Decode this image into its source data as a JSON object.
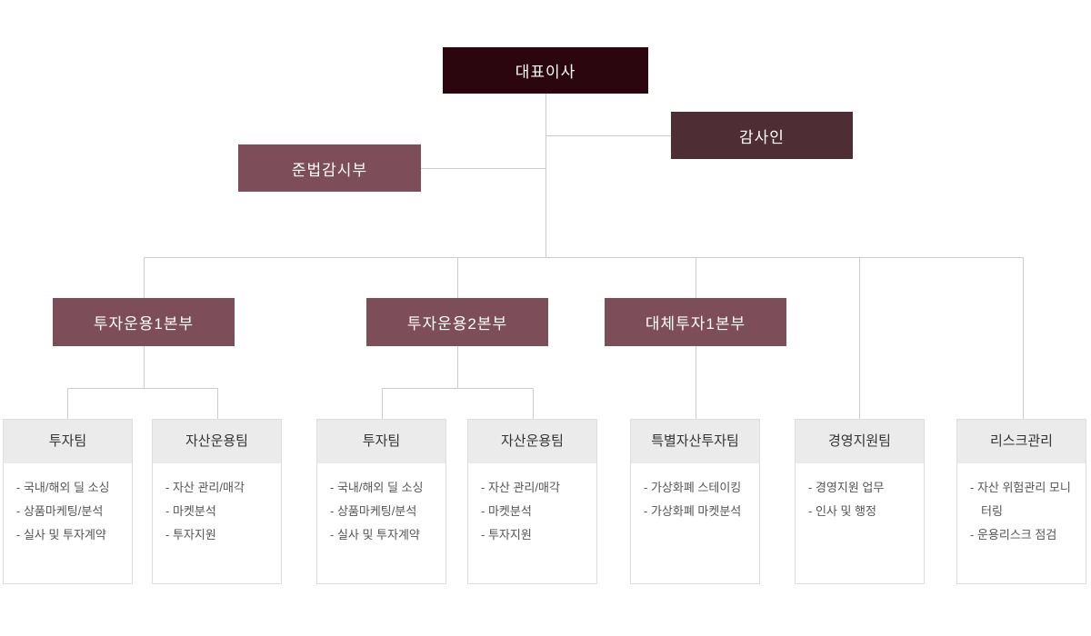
{
  "colors": {
    "ceo_box": "#2b060f",
    "auditor_box": "#4e2e34",
    "mauve_box": "#7d4e59",
    "connector_line": "#cccccc",
    "team_header_bg": "#ebebeb",
    "team_border": "#dddddd",
    "team_header_text": "#333333",
    "team_body_text": "#555555",
    "box_text": "#ffffff"
  },
  "org": {
    "ceo": {
      "label": "대표이사"
    },
    "auditor": {
      "label": "감사인"
    },
    "compliance": {
      "label": "준법감시부"
    },
    "divisions": [
      {
        "label": "투자운용1본부"
      },
      {
        "label": "투자운용2본부"
      },
      {
        "label": "대체투자1본부"
      }
    ],
    "teams": [
      {
        "label": "투자팀",
        "items": [
          "- 국내/해외 딜 소싱",
          "- 상품마케팅/분석",
          "- 실사 및 투자계약"
        ]
      },
      {
        "label": "자산운용팀",
        "items": [
          "- 자산 관리/매각",
          "- 마켓분석",
          "- 투자지원"
        ]
      },
      {
        "label": "투자팀",
        "items": [
          "- 국내/해외 딜 소싱",
          "- 상품마케팅/분석",
          "- 실사 및 투자계약"
        ]
      },
      {
        "label": "자산운용팀",
        "items": [
          "- 자산 관리/매각",
          "- 마켓분석",
          "- 투자지원"
        ]
      },
      {
        "label": "특별자산투자팀",
        "items": [
          "- 가상화폐 스테이킹",
          "- 가상화폐 마켓분석"
        ]
      },
      {
        "label": "경영지원팀",
        "items": [
          "- 경영지원 업무",
          "- 인사 및 행정"
        ]
      },
      {
        "label": "리스크관리",
        "items": [
          "- 자산 위험관리 모니터링",
          "- 운용리스크 점검"
        ]
      }
    ]
  }
}
